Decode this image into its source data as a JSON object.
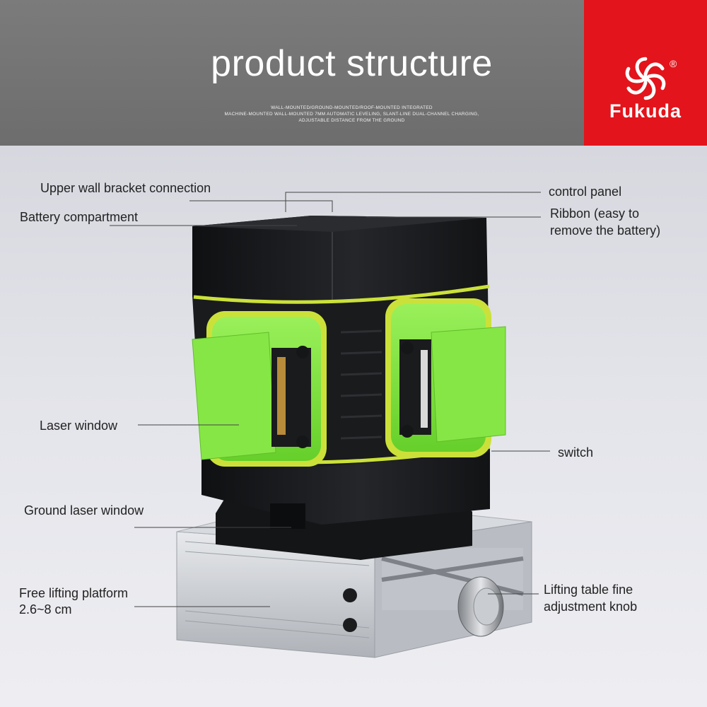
{
  "header": {
    "title": "product structure",
    "subtitle_lines": [
      "WALL-MOUNTED/GROUND-MOUNTED/ROOF-MOUNTED INTEGRATED",
      "MACHINE-MOUNTED WALL-MOUNTED 7MM AUTOMATIC LEVELING, SLANT-LINE DUAL-CHANNEL CHARGING,",
      "ADJUSTABLE DISTANCE FROM THE GROUND"
    ]
  },
  "brand": {
    "name": "Fukuda",
    "registered": "®",
    "logo_icon": "swirl-logo-icon",
    "color": "#e3141b"
  },
  "labels": {
    "upper_wall_bracket": "Upper wall bracket connection",
    "battery_compartment": "Battery compartment",
    "control_panel": "control panel",
    "ribbon_line1": "Ribbon (easy to",
    "ribbon_line2": "remove the battery)",
    "laser_window": "Laser window",
    "switch": "switch",
    "ground_laser_window": "Ground laser window",
    "free_lifting_line1": "Free lifting platform",
    "free_lifting_line2": "2.6~8 cm",
    "lifting_knob_line1": "Lifting table fine",
    "lifting_knob_line2": "adjustment knob"
  },
  "colors": {
    "housing": "#17181a",
    "accent_green": "#7ee23a",
    "trim_yellow": "#d7e83a",
    "platform": "#c9ccd1"
  }
}
